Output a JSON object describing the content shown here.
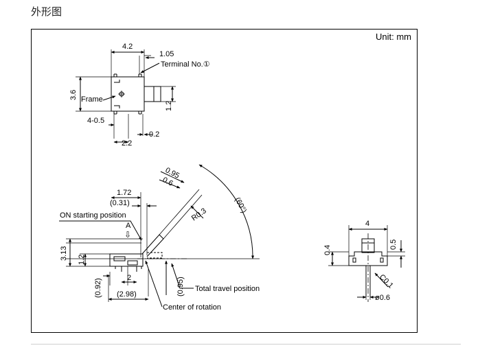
{
  "page": {
    "heading": "外形图"
  },
  "drawing": {
    "unit_label": "Unit: mm",
    "top_view": {
      "dim_width": "4.2",
      "dim_terminal_offset": "1.05",
      "terminal_label": "Terminal No.①",
      "dim_height": "3.6",
      "frame_label": "Frame",
      "dim_actuator_width": "1.2",
      "dim_holes": "4-0.5",
      "dim_pitch": "2.2",
      "dim_terminal_width": "0.2"
    },
    "side_view": {
      "dim_pos": "1.72",
      "dim_pos_ref": "(0.31)",
      "on_start_label": "ON starting position",
      "section_label": "A",
      "section_arrow": "⇩",
      "dim_total_height": "3.13",
      "dim_body_height": "1.2",
      "dim_pin_pitch": "2",
      "dim_left_ref": "(0.92)",
      "dim_pin_ref": "(2.98)",
      "dim_travel_ref": "(0.95)",
      "total_travel_label": "Total travel position",
      "center_rotation_label": "Center of rotation",
      "dim_095": "0.95",
      "dim_06": "0.6",
      "radius_label": "R0.3",
      "angle_label": "(60°)"
    },
    "end_view": {
      "dim_width": "4",
      "dim_left_height": "0.4",
      "dim_right_height": "0.5",
      "chamfer_label": "C0.1",
      "pin_diameter_label": "ø0.6"
    }
  }
}
